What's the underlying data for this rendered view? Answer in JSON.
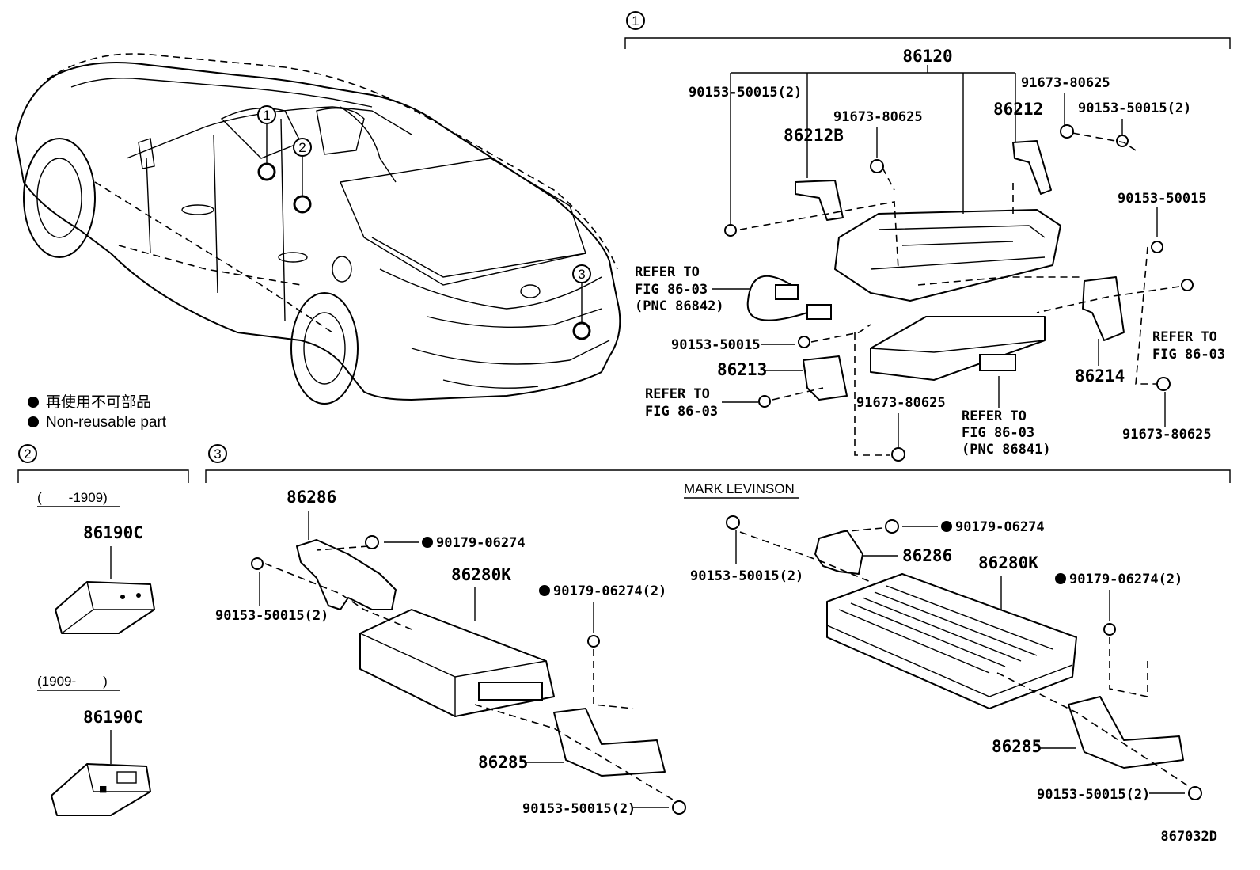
{
  "legend": {
    "item_jp": "再使用不可部品",
    "item_en": "Non-reusable part"
  },
  "callouts": {
    "c1": "1",
    "c2": "2",
    "c3": "3"
  },
  "section1": {
    "assembly": "86120",
    "p_90153_50015_2_left": "90153-50015(2)",
    "p_91673_80625_upper": "91673-80625",
    "p_86212B": "86212B",
    "p_91673_80625_top_right": "91673-80625",
    "p_86212": "86212",
    "p_90153_50015_2_right": "90153-50015(2)",
    "p_90153_50015_right": "90153-50015",
    "refer_wire": [
      "REFER TO",
      "FIG 86-03",
      "(PNC 86842)"
    ],
    "p_90153_50015_mid": "90153-50015",
    "p_86213": "86213",
    "refer_bolt": [
      "REFER TO",
      "FIG 86-03"
    ],
    "p_91673_80625_bottom": "91673-80625",
    "refer_module": [
      "REFER TO",
      "FIG 86-03",
      "(PNC 86841)"
    ],
    "p_86214": "86214",
    "refer_right": [
      "REFER TO",
      "FIG 86-03"
    ],
    "p_91673_80625_far_right": "91673-80625"
  },
  "section2": {
    "range1": "(　　-1909)",
    "part1": "86190C",
    "range2": "(1909-　　)",
    "part2": "86190C"
  },
  "section3": {
    "p_86286_left": "86286",
    "p_90179_06274_left": "90179-06274",
    "p_90153_50015_2_left": "90153-50015(2)",
    "p_86280K_left": "86280K",
    "p_90179_06274_2_left": "90179-06274(2)",
    "p_86285_left": "86285",
    "p_90153_50015_2_bottom_left": "90153-50015(2)",
    "mark_levinson": "MARK LEVINSON",
    "p_90179_06274_right": "90179-06274",
    "p_90153_50015_2_right": "90153-50015(2)",
    "p_86286_right": "86286",
    "p_86280K_right": "86280K",
    "p_90179_06274_2_right": "90179-06274(2)",
    "p_86285_right": "86285",
    "p_90153_50015_2_bottom_right": "90153-50015(2)"
  },
  "figure_id": "867032D"
}
